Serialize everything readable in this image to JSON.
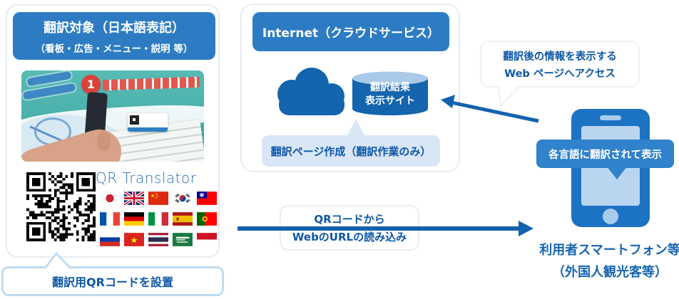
{
  "left_card": {
    "header_line1": "翻訳対象（日本語表記）",
    "header_line2": "（看板・広告・メニュー・説明 等）",
    "photo_badge": "1",
    "qr_logo": "QR Translator",
    "flags": [
      "japan",
      "uk",
      "china",
      "south-korea",
      "taiwan",
      "france",
      "germany",
      "italy",
      "spain",
      "portugal",
      "russia",
      "vietnam",
      "thailand",
      "saudi-arabia",
      "indonesia"
    ],
    "caption": "翻訳用QRコードを設置"
  },
  "cloud_card": {
    "header": "Internet（クラウドサービス）",
    "db_line1": "翻訳結果",
    "db_line2": "表示サイト",
    "bubble": "翻訳ページ作成（翻訳作業のみ）"
  },
  "flow": {
    "qr_arrow_label_line1": "QRコードから",
    "qr_arrow_label_line2": "WebのURLの読み込み",
    "access_bubble_line1": "翻訳後の情報を表示する",
    "access_bubble_line2": "Web ページへアクセス"
  },
  "phone": {
    "overlay_label": "各言語に翻訳されて表示",
    "caption_line1": "利用者スマートフォン等",
    "caption_line2": "（外国人観光客等）"
  },
  "colors": {
    "pill_blue": "#2D7CC3",
    "dark_blue": "#1464AE",
    "arrow_blue": "#1361AE",
    "cylinder_top": "#A9CAE8",
    "light_bubble": "#D9E6F6",
    "text_blue": "#0D57A7",
    "caption_blue": "#1565B0",
    "phone_body": "#1C73C4",
    "phone_screen": "#B9D5F0",
    "phone_accent": "#A9CBEC",
    "label_blue": "#2F82CB",
    "bubble_border": "#BFDCF2",
    "card_border": "#E6ECF3",
    "qr_logo_blue": "#2D6FB8"
  }
}
